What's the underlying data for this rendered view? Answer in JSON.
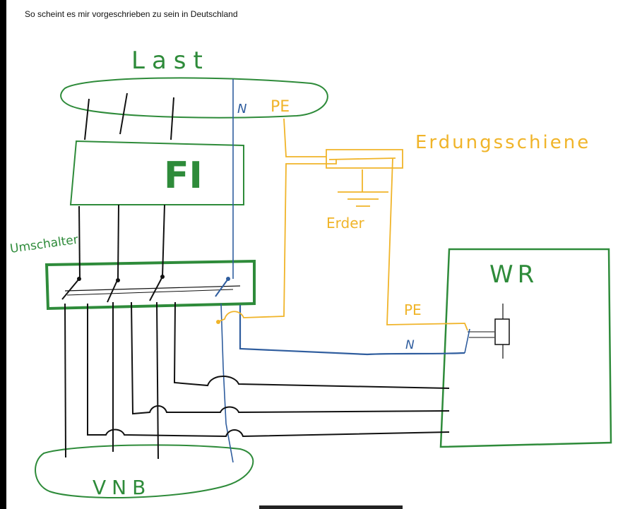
{
  "header": {
    "note": "So scheint es mir vorgeschrieben zu sein in Deutschland"
  },
  "labels": {
    "last": "Last",
    "fi": "FI",
    "umschalter": "Umschalter",
    "vnb": "VNB",
    "wr": "WR",
    "erdungsschiene": "Erdungsschiene",
    "erder": "Erder",
    "n_top": "N",
    "pe_top": "PE",
    "pe_wr": "PE",
    "n_wr": "N"
  },
  "colors": {
    "green": "#2e8b3a",
    "orange": "#f0b429",
    "blue": "#2f5d9e",
    "black": "#111111"
  }
}
